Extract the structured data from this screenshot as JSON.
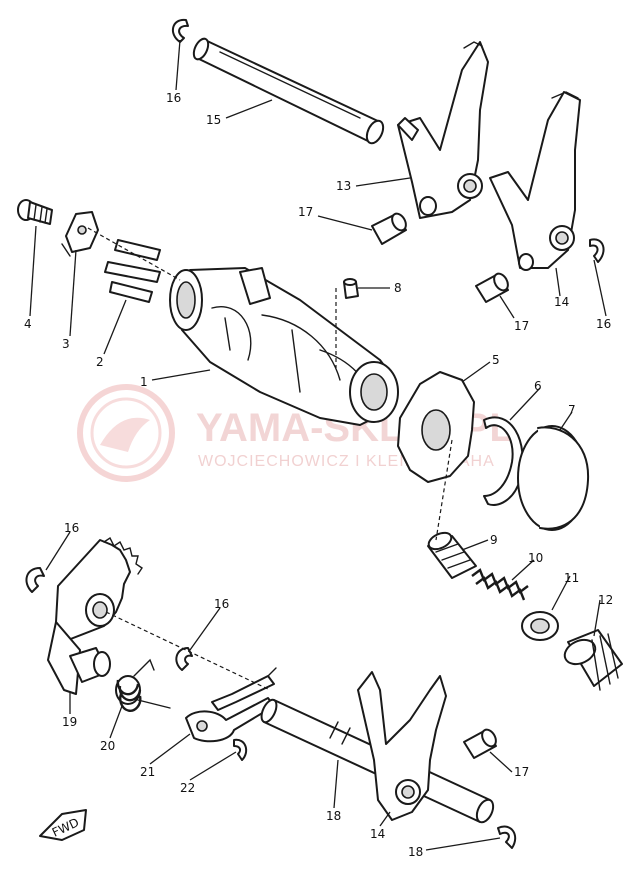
{
  "labels": {
    "l1": "1",
    "l2": "2",
    "l3": "3",
    "l4": "4",
    "l5": "5",
    "l6": "6",
    "l7": "7",
    "l8": "8",
    "l9": "9",
    "l10": "10",
    "l11": "11",
    "l12": "12",
    "l13": "13",
    "l14a": "14",
    "l14b": "14",
    "l15": "15",
    "l16a": "16",
    "l16b": "16",
    "l16c": "16",
    "l16d": "16",
    "l17a": "17",
    "l17b": "17",
    "l17c": "17",
    "l18a": "18",
    "l18b": "18",
    "l19": "19",
    "l20": "20",
    "l21": "21",
    "l22": "22"
  },
  "watermark": {
    "title": "YAMA-SKLEP.PL",
    "subtitle": "WOJCIECHOWICZ I KLEIN YAMAHA"
  },
  "fwd_arrow": "FWD"
}
